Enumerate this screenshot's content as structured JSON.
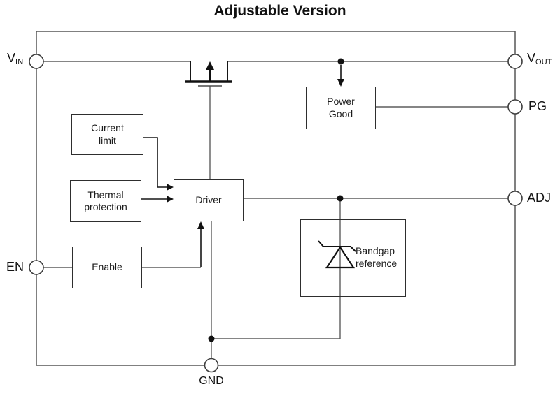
{
  "title": "Adjustable Version",
  "colors": {
    "background": "#ffffff",
    "wire": "#5d5d5d",
    "ink": "#161616",
    "block_border": "#2e2e2e"
  },
  "pins": {
    "vin": {
      "main": "V",
      "sub": "IN"
    },
    "vout": {
      "main": "V",
      "sub": "OUT"
    },
    "pg": {
      "label": "PG"
    },
    "adj": {
      "label": "ADJ"
    },
    "en": {
      "label": "EN"
    },
    "gnd": {
      "label": "GND"
    }
  },
  "blocks": {
    "current_limit": {
      "label": "Current limit"
    },
    "thermal_protection": {
      "label": "Thermal protection"
    },
    "driver": {
      "label": "Driver"
    },
    "enable": {
      "label": "Enable"
    },
    "power_good": {
      "label": "Power Good"
    },
    "bandgap": {
      "label": "Bandgap reference"
    }
  },
  "symbols": {
    "pass_transistor": "pmos-pass-transistor-symbol",
    "voltage_reference": "zener-diode-symbol"
  }
}
